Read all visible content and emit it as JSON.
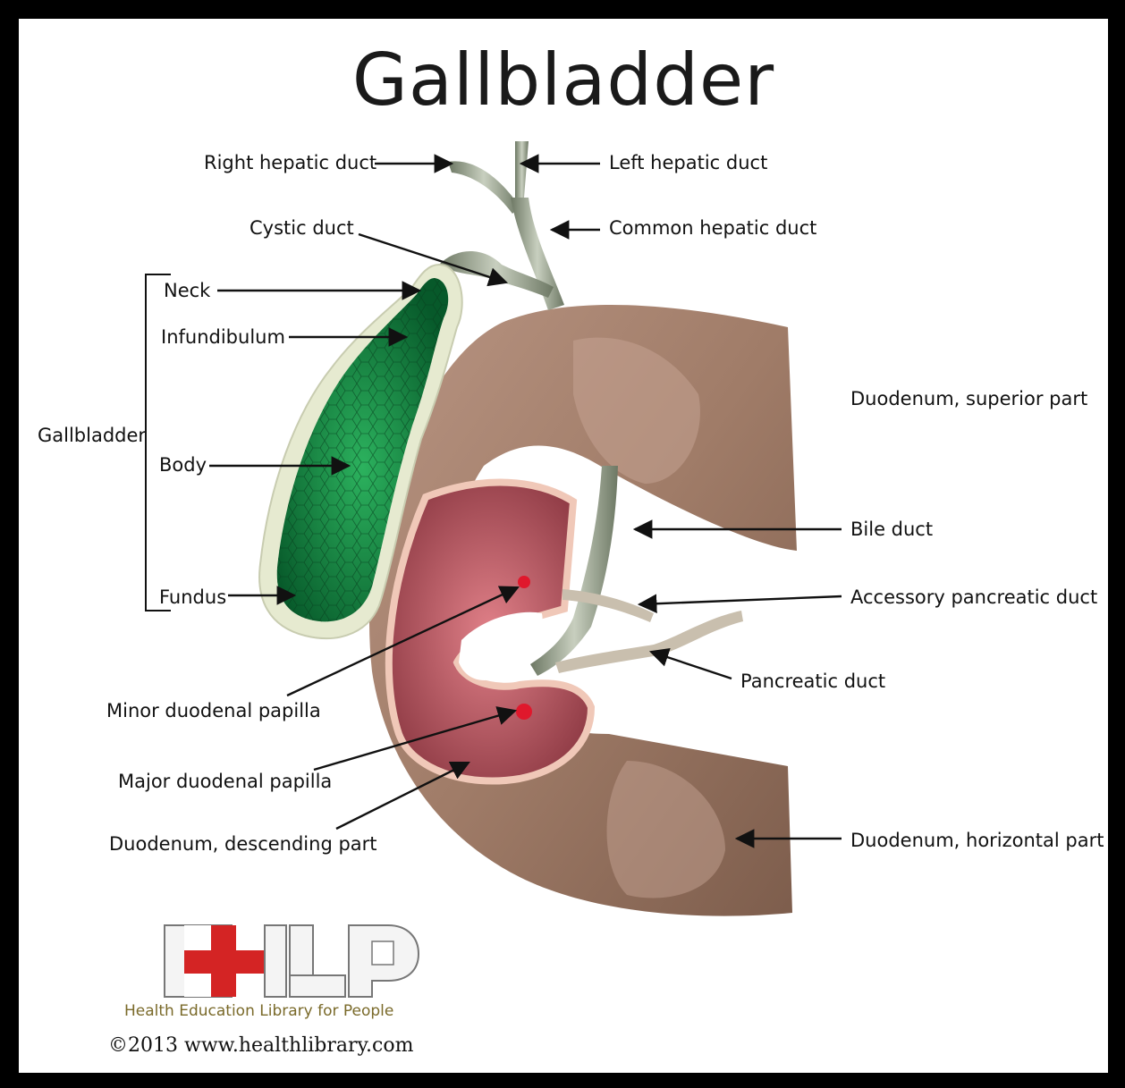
{
  "title": "Gallbladder",
  "labels": {
    "right_hepatic_duct": "Right hepatic duct",
    "left_hepatic_duct": "Left hepatic duct",
    "cystic_duct": "Cystic duct",
    "common_hepatic_duct": "Common hepatic duct",
    "neck": "Neck",
    "infundibulum": "Infundibulum",
    "gallbladder": "Gallbladder",
    "body": "Body",
    "fundus": "Fundus",
    "duodenum_superior": "Duodenum, superior part",
    "bile_duct": "Bile duct",
    "accessory_pancreatic_duct": "Accessory pancreatic duct",
    "pancreatic_duct": "Pancreatic duct",
    "minor_papilla": "Minor duodenal papilla",
    "major_papilla": "Major duodenal papilla",
    "duodenum_descending": "Duodenum, descending part",
    "duodenum_horizontal": "Duodenum, horizontal part"
  },
  "logo": {
    "letters": "HELP",
    "tagline": "Health Education Library for People",
    "copyright": "©2013 www.healthlibrary.com"
  },
  "colors": {
    "gallbladder_green": "#0f7a3a",
    "duodenum_brown": "#a27e6a",
    "mucosa_pink": "#c8606a",
    "duct_gray": "#8f9a86",
    "logo_red": "#d42424"
  }
}
